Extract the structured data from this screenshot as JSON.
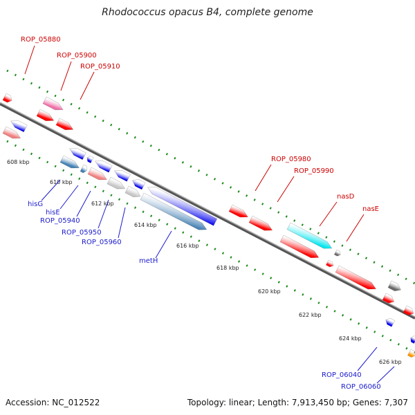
{
  "title": "Rhodococcus opacus B4, complete genome",
  "footer": {
    "accession": "Accession: NC_012522",
    "topology": "Topology: linear; Length: 7,913,450 bp; Genes: 7,307"
  },
  "ticks": [
    {
      "label": "608 kbp"
    },
    {
      "label": "610 kbp"
    },
    {
      "label": "612 kbp"
    },
    {
      "label": "614 kbp"
    },
    {
      "label": "616 kbp"
    },
    {
      "label": "618 kbp"
    },
    {
      "label": "620 kbp"
    },
    {
      "label": "622 kbp"
    },
    {
      "label": "624 kbp"
    },
    {
      "label": "626 kbp"
    }
  ],
  "gene_labels": [
    {
      "text": "ROP_05880",
      "color": "#cc0000"
    },
    {
      "text": "ROP_05900",
      "color": "#cc0000"
    },
    {
      "text": "ROP_05910",
      "color": "#cc0000"
    },
    {
      "text": "ROP_05980",
      "color": "#cc0000"
    },
    {
      "text": "ROP_05990",
      "color": "#cc0000"
    },
    {
      "text": "nasD",
      "color": "#cc0000"
    },
    {
      "text": "nasE",
      "color": "#cc0000"
    },
    {
      "text": "hisG",
      "color": "#1a1acc"
    },
    {
      "text": "hisE",
      "color": "#1a1acc"
    },
    {
      "text": "ROP_05940",
      "color": "#1a1acc"
    },
    {
      "text": "ROP_05950",
      "color": "#1a1acc"
    },
    {
      "text": "ROP_05960",
      "color": "#1a1acc"
    },
    {
      "text": "metH",
      "color": "#1a1acc"
    },
    {
      "text": "ROP_06040",
      "color": "#1a1acc"
    },
    {
      "text": "ROP_06060",
      "color": "#1a1acc"
    }
  ],
  "colors": {
    "red": "#ff0000",
    "pink": "#f070a8",
    "salmon": "#f08080",
    "blue": "#0000ee",
    "steel": "#4682b4",
    "silver": "#c8c8c8",
    "cyan": "#00e5ee",
    "gray": "#6a6a6a",
    "orange": "#ff9900",
    "tick": "#1c8a1c"
  }
}
